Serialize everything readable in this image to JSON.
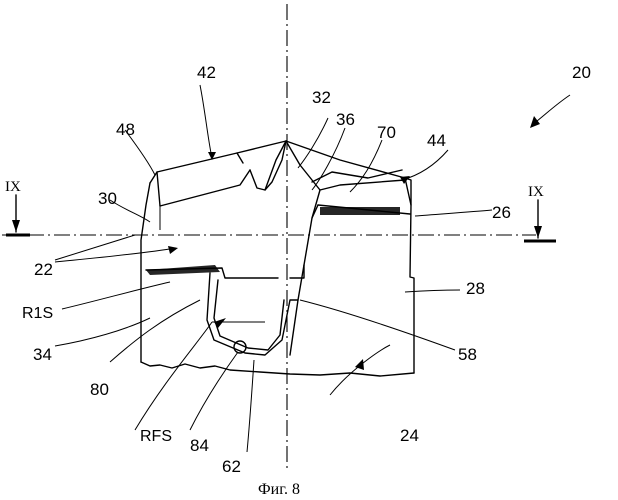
{
  "caption": "Фиг. 8",
  "labels": {
    "section": "IX",
    "ref_20": "20",
    "ref_22": "22",
    "ref_24": "24",
    "ref_26": "26",
    "ref_28": "28",
    "ref_30": "30",
    "ref_32": "32",
    "ref_34": "34",
    "ref_36": "36",
    "ref_42": "42",
    "ref_44": "44",
    "ref_48": "48",
    "ref_58": "58",
    "ref_62": "62",
    "ref_70": "70",
    "ref_80": "80",
    "ref_84": "84",
    "ref_r1s": "R1S",
    "ref_rfs": "RFS"
  }
}
